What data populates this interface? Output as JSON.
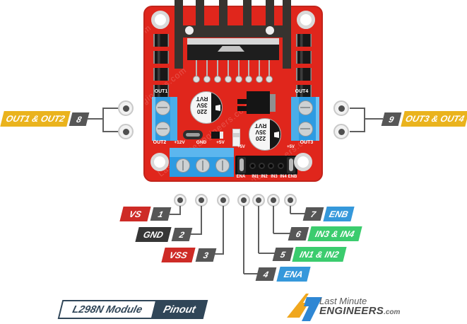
{
  "board": {
    "silkscreen": {
      "out1": "OUT1",
      "out2": "OUT2",
      "out3": "OUT3",
      "out4": "OUT4",
      "v12": "+12V",
      "gnd": "GND",
      "v5": "+5V",
      "v5_ena": "+5V",
      "v5_enb": "+5V",
      "header": [
        "ENA",
        "IN1",
        "IN2",
        "IN3",
        "IN4",
        "ENB"
      ]
    },
    "capacitor_lines": [
      "220",
      "35V",
      "RVT"
    ],
    "watermark": "LastMinuteEngineers.com"
  },
  "callouts": {
    "left": {
      "num": "8",
      "label": "OUT1 & OUT2"
    },
    "right": {
      "num": "9",
      "label": "OUT3 & OUT4"
    },
    "bottom": [
      {
        "num": "1",
        "label": "VS",
        "type": "red"
      },
      {
        "num": "2",
        "label": "GND",
        "type": "dark"
      },
      {
        "num": "3",
        "label": "VSS",
        "type": "red"
      },
      {
        "num": "4",
        "label": "ENA",
        "type": "blue"
      },
      {
        "num": "5",
        "label": "IN1 & IN2",
        "type": "green"
      },
      {
        "num": "6",
        "label": "IN3 & IN4",
        "type": "green"
      },
      {
        "num": "7",
        "label": "ENB",
        "type": "blue"
      }
    ]
  },
  "colors": {
    "pcb_red": "#E0261C",
    "label_yellow": "#EAB31D",
    "label_red": "#CE2B26",
    "label_dark": "#363636",
    "label_gray": "#565656",
    "label_blue": "#3598DB",
    "label_green": "#3BCC6E",
    "terminal_blue": "#2D9BE2",
    "tag_navy": "#304658",
    "wire_gray": "#5F5F5F"
  },
  "footer": {
    "tag_title": "L298N Module",
    "tag_subtitle": "Pinout",
    "brand": {
      "line1": "Last Minute",
      "line2": "ENGINEERS",
      "suffix": ".com"
    }
  }
}
